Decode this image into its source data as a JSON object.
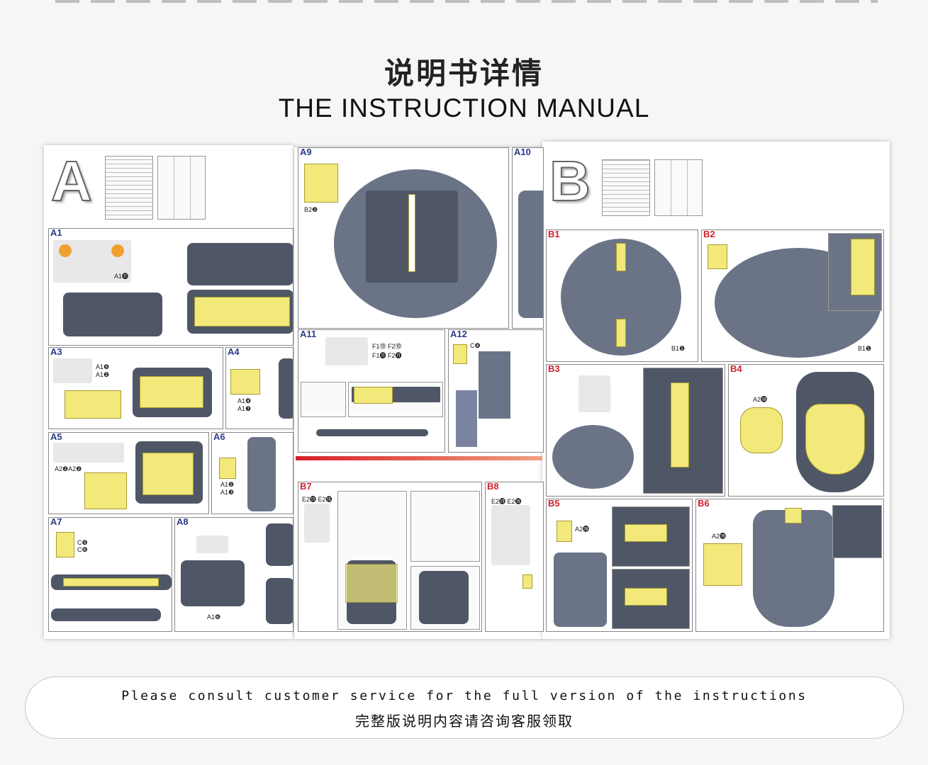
{
  "header": {
    "title_cn": "说明书详情",
    "title_en": "THE INSTRUCTION MANUAL"
  },
  "pages": {
    "a_letter": "A",
    "b_letter": "B"
  },
  "panels": {
    "A1": {
      "label": "A1",
      "codes": [
        "A1⓫"
      ]
    },
    "A3": {
      "label": "A3",
      "codes": [
        "A1❺",
        "A1❷"
      ]
    },
    "A4": {
      "label": "A4",
      "codes": [
        "A1❹",
        "A1❼"
      ]
    },
    "A5": {
      "label": "A5",
      "codes": [
        "A2❷A2❷"
      ]
    },
    "A6": {
      "label": "A6",
      "codes": [
        "A1❷",
        "A1❸"
      ]
    },
    "A7": {
      "label": "A7",
      "codes": [
        "C❺",
        "C❻"
      ]
    },
    "A8": {
      "label": "A8",
      "codes": [
        "A1❻"
      ]
    },
    "A9": {
      "label": "A9",
      "codes": [
        "B2❷"
      ]
    },
    "A10": {
      "label": "A10",
      "codes": []
    },
    "A11": {
      "label": "A11",
      "codes": [
        "F1⓾ F2⓾",
        "F1⓫ F2⓫"
      ]
    },
    "A12": {
      "label": "A12",
      "codes": [
        "C❹"
      ]
    },
    "B7": {
      "label": "B7",
      "codes": [
        "E2⓭ E2⓯"
      ]
    },
    "B8": {
      "label": "B8",
      "codes": [
        "E2⓭ E2⓯"
      ]
    },
    "B1": {
      "label": "B1",
      "codes": [
        "B1❶"
      ]
    },
    "B2": {
      "label": "B2",
      "codes": [
        "B1❶"
      ]
    },
    "B3": {
      "label": "B3",
      "codes": []
    },
    "B4": {
      "label": "B4",
      "codes": [
        "A2⓲"
      ]
    },
    "B5": {
      "label": "B5",
      "codes": [
        "A2⓲"
      ]
    },
    "B6": {
      "label": "B6",
      "codes": [
        "A2⓳"
      ]
    }
  },
  "footer": {
    "text_en": "Please consult customer service for the full version of the instructions",
    "text_cn": "完整版说明内容请咨询客服领取"
  }
}
